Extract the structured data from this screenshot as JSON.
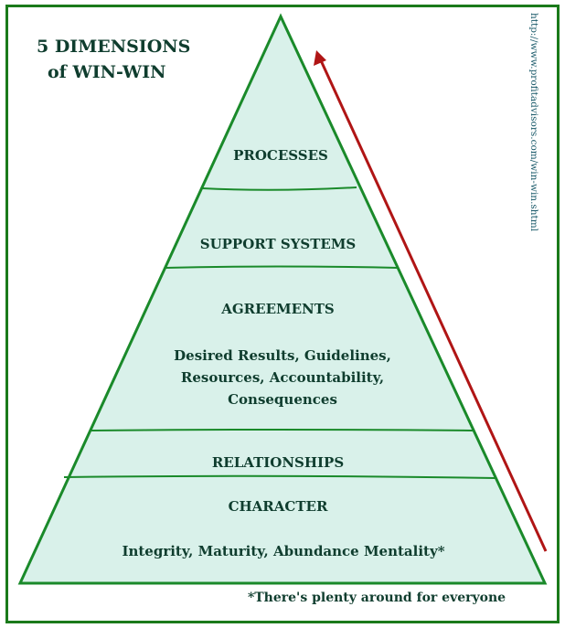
{
  "title": {
    "line1": "5 DIMENSIONS",
    "line2": "of WIN-WIN"
  },
  "url": "http://www.profitadvisors.com/win-win.shtml",
  "levels": [
    {
      "label": "PROCESSES"
    },
    {
      "label": "SUPPORT SYSTEMS"
    },
    {
      "label": "AGREEMENTS",
      "detail": [
        "Desired Results, Guidelines,",
        "Resources, Accountability,",
        "Consequences"
      ]
    },
    {
      "label": "RELATIONSHIPS"
    },
    {
      "label": "CHARACTER",
      "detail": [
        "Integrity, Maturity, Abundance Mentality*"
      ]
    }
  ],
  "footnote": "*There's plenty around for everyone",
  "colors": {
    "frame": "#1a7a1a",
    "fill": "#d9f1ea",
    "arrow": "#b01515",
    "text": "#0f3d2e"
  }
}
